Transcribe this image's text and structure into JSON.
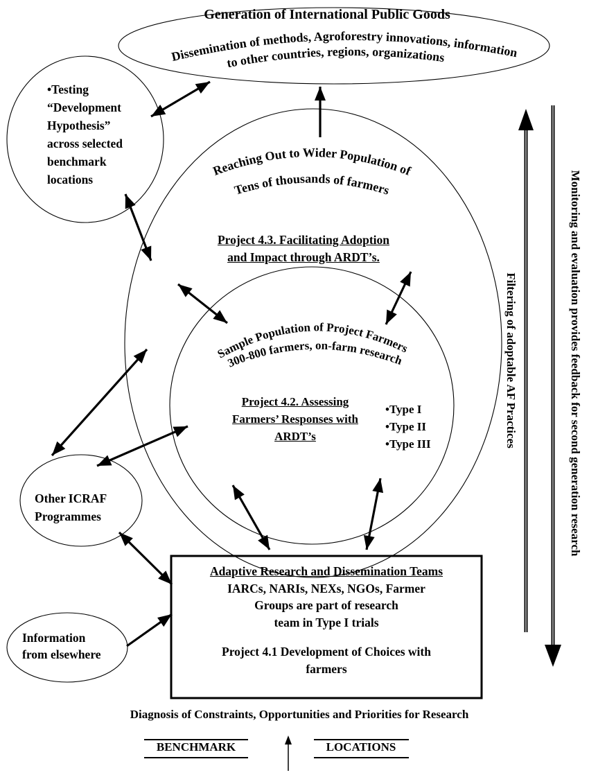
{
  "top": {
    "title": "Generation of International Public Goods",
    "dissemination_line1": "Dissemination of methods, Agroforestry innovations, information",
    "dissemination_line2": "to other countries, regions, organizations"
  },
  "testing_circle": {
    "lines": [
      "•Testing",
      "“Development",
      "Hypothesis”",
      "across selected",
      "benchmark",
      "locations"
    ]
  },
  "outer_circle": {
    "arc_line1": "Reaching Out to Wider Population of",
    "arc_line2": "Tens of thousands of farmers",
    "project_line1": "Project 4.3.  Facilitating Adoption",
    "project_line2": "and Impact through ARDT’s."
  },
  "inner_circle": {
    "arc_line1": "Sample Population of Project Farmers",
    "arc_line2": "300-800 farmers, on-farm research",
    "project_line1": "Project 4.2. Assessing",
    "project_line2": "Farmers’ Responses with",
    "project_line3": "ARDT’s",
    "types": [
      "•Type I",
      "•Type II",
      "•Type III"
    ]
  },
  "other_icraf": {
    "line1": "Other ICRAF",
    "line2": "Programmes"
  },
  "information": {
    "line1": "Information",
    "line2": "from elsewhere"
  },
  "teams_box": {
    "heading": "Adaptive Research and Dissemination Teams",
    "line1": "IARCs, NARIs, NEXs, NGOs, Farmer",
    "line2": "Groups are part of research",
    "line3": "team in Type I trials",
    "project_line1": "Project 4.1  Development of Choices with",
    "project_line2": "farmers"
  },
  "bottom": {
    "diagnosis": "Diagnosis of Constraints, Opportunities and Priorities for Research",
    "benchmark": "BENCHMARK",
    "locations": "LOCATIONS"
  },
  "side": {
    "filtering": "Filtering of adoptable AF Practices",
    "monitoring": "Monitoring and evaluation provides feedback for second generation research"
  }
}
